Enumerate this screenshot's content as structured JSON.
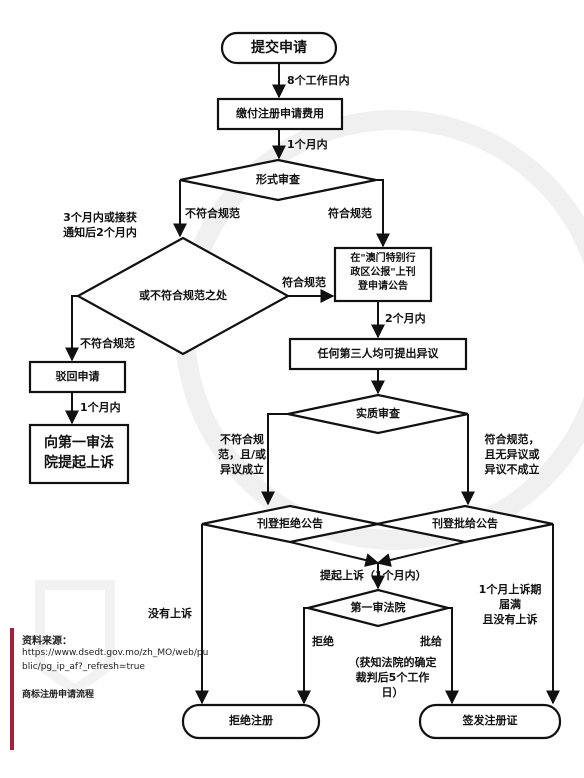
{
  "nodes": {
    "submit": "提交申请",
    "pay_fee": "缴付注册申请费用",
    "formal_review": "形式审查",
    "non_compliance": "或不符合规范之处",
    "publish": "在\"澳门特别行\n政区公报\"上刊\n登申请公告",
    "reject_app": "驳回申请",
    "appeal": "向第一审法\n院提起上诉",
    "objection": "任何第三人均可提出异议",
    "substantive_review": "实质审查",
    "pub_reject": "刊登拒绝公告",
    "pub_approve": "刊登批给公告",
    "first_court": "第一审法院",
    "refuse_reg": "拒绝注册",
    "issue_cert": "签发注册证"
  },
  "edge_labels": {
    "within_8_days": "8个工作日内",
    "one_month_a": "1个月内",
    "nonconform": "不符合规范",
    "conform_a": "符合规范",
    "three_months": "3个月内或接获\n通知后2个月内",
    "conform_b": "符合规范",
    "nonconform_b": "不符合规范",
    "one_month_b": "1个月内",
    "two_months": "2个月内",
    "sub_nonconform": "不符合规\n范，且/或\n异议成立",
    "sub_conform": "符合规范，\n且无异议或\n异议不成立",
    "appeal_within": "提起上诉（1个月内）",
    "no_appeal": "没有上诉",
    "appeal_expired": "1个月上诉期\n届满\n且没有上诉",
    "refuse": "拒绝",
    "grant": "批给",
    "after_notice": "（获知法院的确定\n裁判后5个工作\n日）"
  },
  "source": {
    "heading": "资料来源：",
    "url": "https://www.dsedt.gov.mo/zh_MO/web/pu\nblic/pg_ip_af?_refresh=true",
    "caption": "商标注册申请流程"
  },
  "colors": {
    "accent": "#a3213a",
    "line": "#111111",
    "watermark": "#f2f2f2"
  }
}
